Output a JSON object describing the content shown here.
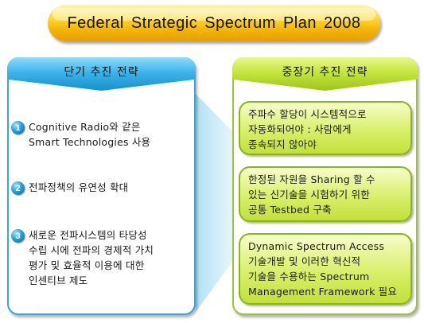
{
  "title": "Federal Strategic Spectrum Plan 2008",
  "left": {
    "header": "단기 추진 전략",
    "items": [
      {
        "num": "1",
        "lines": [
          "Cognitive Radio와 같은",
          "Smart Technologies 사용"
        ]
      },
      {
        "num": "2",
        "lines": [
          "전파정책의 유연성 확대"
        ]
      },
      {
        "num": "3",
        "lines": [
          "새로운 전파시스템의 타당성",
          "수립 시에 전파의 경제적 가치",
          "평가 및 효율적 이용에 대한",
          "인센티브 제도"
        ]
      }
    ]
  },
  "right": {
    "header": "중장기 추진 전략",
    "boxes": [
      {
        "lines": [
          "주파수 할당이 시스템적으로",
          "자동화되어야 : 사람에게",
          "종속되지 않아야"
        ]
      },
      {
        "lines": [
          "한정된 자원을 Sharing 할 수",
          "있는 신기술을 시험하기 위한",
          "공통 Testbed 구축"
        ]
      },
      {
        "lines": [
          "Dynamic Spectrum Access",
          "기술개발 및 이러한 혁신적",
          "기술을 수용하는 Spectrum",
          "Management Framework 필요"
        ]
      }
    ]
  },
  "colors": {
    "title_gold": "#f3b400",
    "left_blue": "#1590cf",
    "right_green": "#9cc41d",
    "wedge_blue": "#bfe6f7"
  }
}
